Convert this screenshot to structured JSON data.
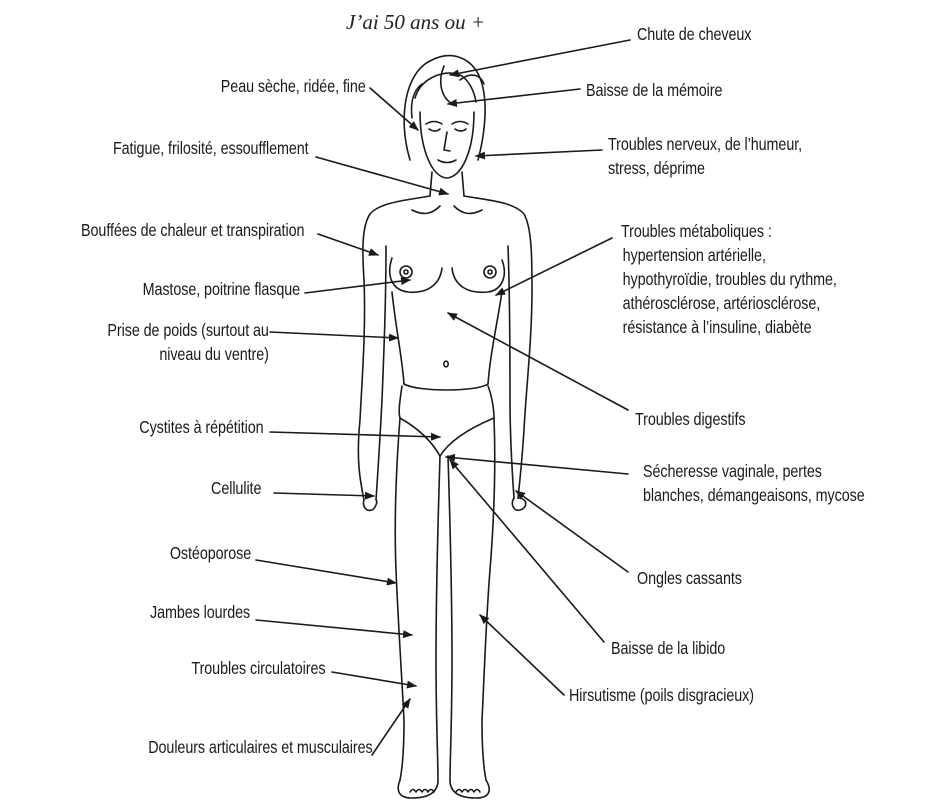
{
  "title": "J’ai 50 ans ou +",
  "labels": {
    "chute_cheveux": "Chute de cheveux",
    "baisse_memoire": "Baisse de la mémoire",
    "peau_seche": "Peau sèche, ridée, fine",
    "troubles_nerveux_1": "Troubles nerveux, de l’humeur,",
    "troubles_nerveux_2": "stress, déprime",
    "fatigue": "Fatigue, frilosité, essoufflement",
    "bouffees": "Bouffées de chaleur et transpiration",
    "metaboliques_1": "Troubles métaboliques :",
    "metaboliques_2": "hypertension artérielle,",
    "metaboliques_3": "hypothyroïdie, troubles du rythme,",
    "metaboliques_4": "athérosclérose, artériosclérose,",
    "metaboliques_5": "résistance à l’insuline, diabète",
    "mastose": "Mastose, poitrine flasque",
    "prise_poids_1": "Prise de poids (surtout au",
    "prise_poids_2": "niveau du ventre)",
    "digestifs": "Troubles digestifs",
    "cystites": "Cystites à répétition",
    "secheresse_1": "Sécheresse vaginale, pertes",
    "secheresse_2": "blanches, démangeaisons, mycose",
    "cellulite": "Cellulite",
    "ongles": "Ongles cassants",
    "osteoporose": "Ostéoporose",
    "jambes": "Jambes lourdes",
    "libido": "Baisse de la libido",
    "circulatoires": "Troubles circulatoires",
    "hirsutisme": "Hirsutisme (poils disgracieux)",
    "douleurs": "Douleurs articulaires et musculaires"
  },
  "colors": {
    "ink": "#1a1a1a",
    "background": "#ffffff"
  }
}
